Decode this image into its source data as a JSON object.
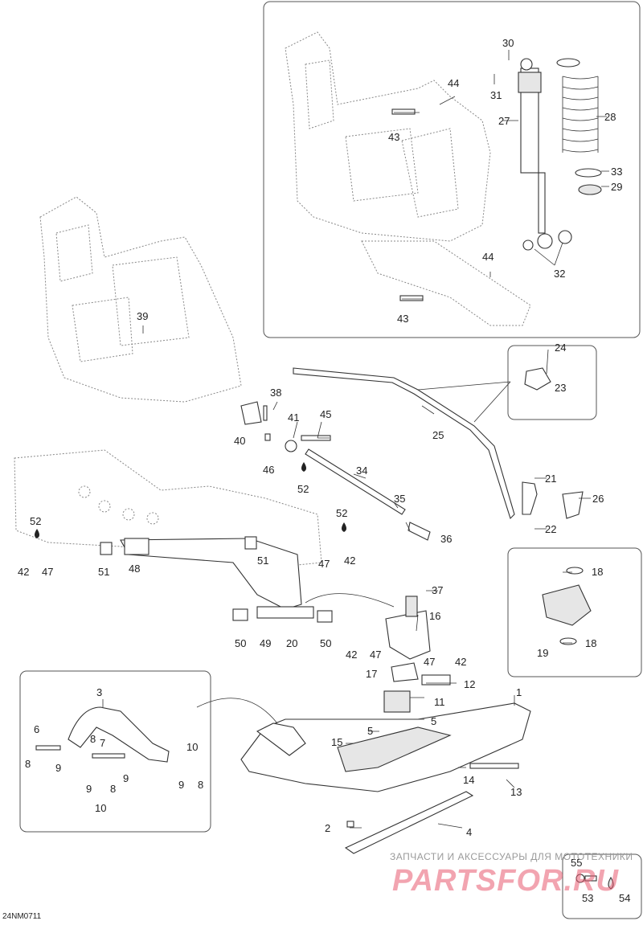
{
  "diagram": {
    "drawing_code": "24NM0711",
    "watermark": {
      "top_line": "ЗАПЧАСТИ И АКСЕССУАРЫ ДЛЯ МОТОТЕХНИКИ",
      "brand": "PARTSFOR.RU"
    },
    "callouts": [
      {
        "id": "c30",
        "text": "30"
      },
      {
        "id": "c31",
        "text": "31"
      },
      {
        "id": "c44a",
        "text": "44"
      },
      {
        "id": "c43a",
        "text": "43"
      },
      {
        "id": "c27",
        "text": "27"
      },
      {
        "id": "c28",
        "text": "28"
      },
      {
        "id": "c33",
        "text": "33"
      },
      {
        "id": "c29",
        "text": "29"
      },
      {
        "id": "c44b",
        "text": "44"
      },
      {
        "id": "c32",
        "text": "32"
      },
      {
        "id": "c43b",
        "text": "43"
      },
      {
        "id": "c39",
        "text": "39"
      },
      {
        "id": "c24",
        "text": "24"
      },
      {
        "id": "c23",
        "text": "23"
      },
      {
        "id": "c38",
        "text": "38"
      },
      {
        "id": "c41",
        "text": "41"
      },
      {
        "id": "c45",
        "text": "45"
      },
      {
        "id": "c25",
        "text": "25"
      },
      {
        "id": "c40",
        "text": "40"
      },
      {
        "id": "c46",
        "text": "46"
      },
      {
        "id": "c52a",
        "text": "52"
      },
      {
        "id": "c34",
        "text": "34"
      },
      {
        "id": "c21",
        "text": "21"
      },
      {
        "id": "c26",
        "text": "26"
      },
      {
        "id": "c35",
        "text": "35"
      },
      {
        "id": "c52b",
        "text": "52"
      },
      {
        "id": "c52c",
        "text": "52"
      },
      {
        "id": "c22",
        "text": "22"
      },
      {
        "id": "c36",
        "text": "36"
      },
      {
        "id": "c42a",
        "text": "42"
      },
      {
        "id": "c47a",
        "text": "47"
      },
      {
        "id": "c51a",
        "text": "51"
      },
      {
        "id": "c48",
        "text": "48"
      },
      {
        "id": "c51b",
        "text": "51"
      },
      {
        "id": "c47b",
        "text": "47"
      },
      {
        "id": "c42b",
        "text": "42"
      },
      {
        "id": "c18a",
        "text": "18"
      },
      {
        "id": "c37",
        "text": "37"
      },
      {
        "id": "c16",
        "text": "16"
      },
      {
        "id": "c50a",
        "text": "50"
      },
      {
        "id": "c49",
        "text": "49"
      },
      {
        "id": "c20",
        "text": "20"
      },
      {
        "id": "c50b",
        "text": "50"
      },
      {
        "id": "c42c",
        "text": "42"
      },
      {
        "id": "c47c",
        "text": "47"
      },
      {
        "id": "c47d",
        "text": "47"
      },
      {
        "id": "c42d",
        "text": "42"
      },
      {
        "id": "c19",
        "text": "19"
      },
      {
        "id": "c18b",
        "text": "18"
      },
      {
        "id": "c17",
        "text": "17"
      },
      {
        "id": "c12",
        "text": "12"
      },
      {
        "id": "c3",
        "text": "3"
      },
      {
        "id": "c1",
        "text": "1"
      },
      {
        "id": "c11",
        "text": "11"
      },
      {
        "id": "c5a",
        "text": "5"
      },
      {
        "id": "c5b",
        "text": "5"
      },
      {
        "id": "c6",
        "text": "6"
      },
      {
        "id": "c8a",
        "text": "8"
      },
      {
        "id": "c7",
        "text": "7"
      },
      {
        "id": "c15",
        "text": "15"
      },
      {
        "id": "c10a",
        "text": "10"
      },
      {
        "id": "c8b",
        "text": "8"
      },
      {
        "id": "c9a",
        "text": "9"
      },
      {
        "id": "c9b",
        "text": "9"
      },
      {
        "id": "c9c",
        "text": "9"
      },
      {
        "id": "c9d",
        "text": "9"
      },
      {
        "id": "c8c",
        "text": "8"
      },
      {
        "id": "c8d",
        "text": "8"
      },
      {
        "id": "c10b",
        "text": "10"
      },
      {
        "id": "c14",
        "text": "14"
      },
      {
        "id": "c13",
        "text": "13"
      },
      {
        "id": "c2",
        "text": "2"
      },
      {
        "id": "c4",
        "text": "4"
      },
      {
        "id": "c55",
        "text": "55"
      },
      {
        "id": "c53",
        "text": "53"
      },
      {
        "id": "c54",
        "text": "54"
      }
    ]
  }
}
